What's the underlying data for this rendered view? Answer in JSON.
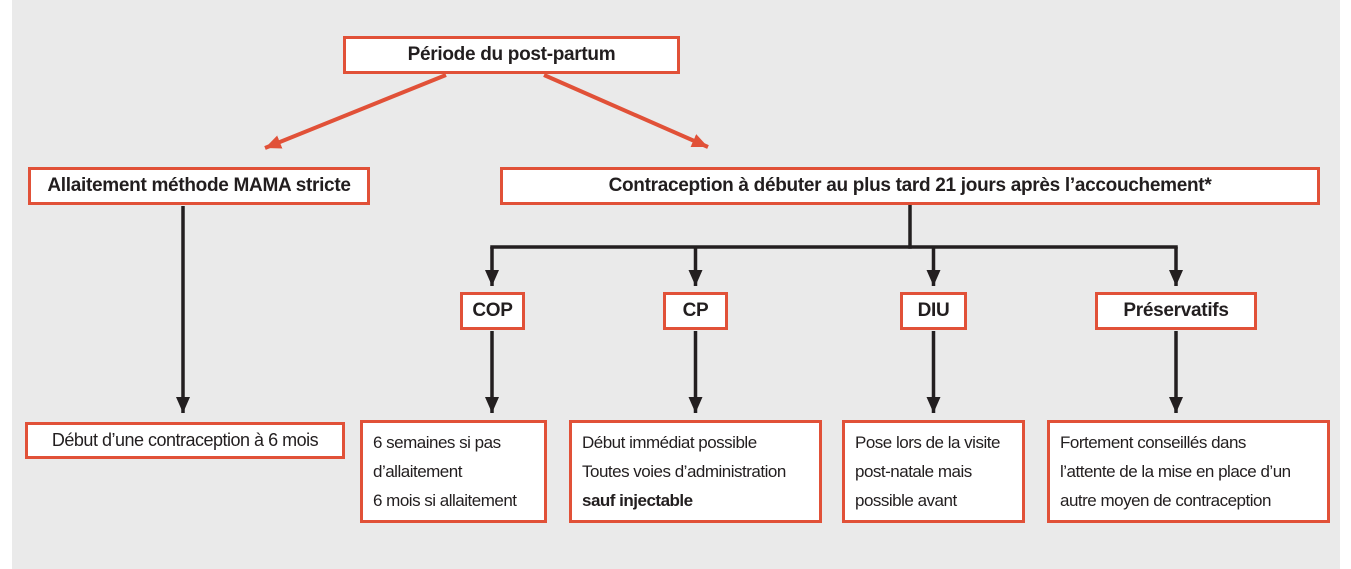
{
  "colors": {
    "accent_red": "#e15138",
    "text_dark": "#221e1f",
    "panel_background": "#eaeaea",
    "box_background": "#ffffff"
  },
  "nodes": {
    "root": {
      "label": "Période du post-partum"
    },
    "mama": {
      "label": "Allaitement méthode MAMA stricte"
    },
    "contraception": {
      "label": "Contraception à débuter au plus tard 21 jours après l’accouchement*"
    },
    "cop": {
      "label": "COP"
    },
    "cp": {
      "label": "CP"
    },
    "diu": {
      "label": "DIU"
    },
    "preservatifs": {
      "label": "Préservatifs"
    },
    "mama_detail": {
      "lines": [
        "Début d’une contraception à 6 mois"
      ]
    },
    "cop_detail": {
      "lines": [
        "6 semaines si pas",
        "d’allaitement",
        "6 mois si allaitement"
      ]
    },
    "cp_detail": {
      "lines": [
        "Début immédiat possible",
        "Toutes voies d’administration"
      ],
      "bold_line": "sauf injectable"
    },
    "diu_detail": {
      "lines": [
        "Pose lors de la visite",
        "post-natale mais",
        "possible avant"
      ]
    },
    "preservatifs_detail": {
      "lines": [
        "Fortement conseillés dans",
        "l’attente de la mise en place d’un",
        "autre moyen de contraception"
      ]
    }
  }
}
